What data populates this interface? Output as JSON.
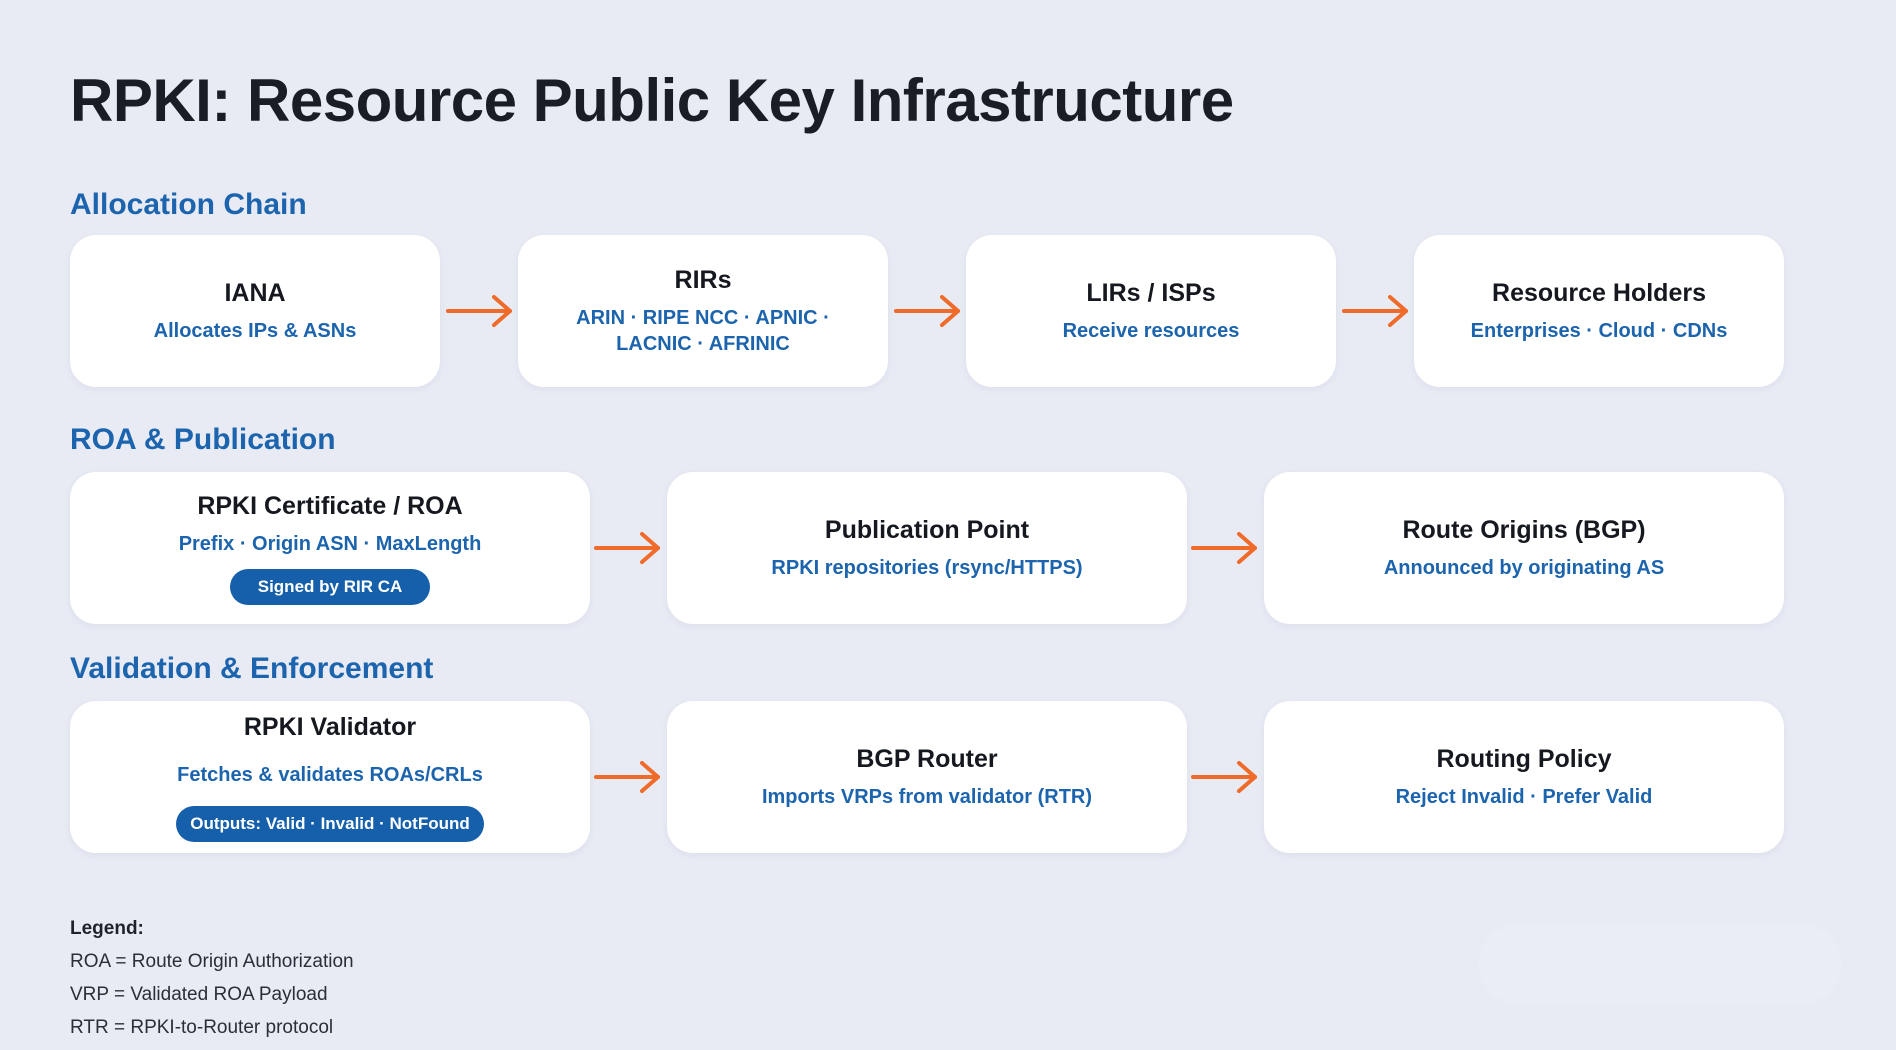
{
  "title": "RPKI: Resource Public Key Infrastructure",
  "sections": [
    {
      "title": "Allocation Chain",
      "cards": [
        {
          "title": "IANA",
          "subtitle": "Allocates IPs & ASNs"
        },
        {
          "title": "RIRs",
          "subtitle": "ARIN · RIPE NCC · APNIC · LACNIC · AFRINIC"
        },
        {
          "title": "LIRs / ISPs",
          "subtitle": "Receive resources"
        },
        {
          "title": "Resource Holders",
          "subtitle": "Enterprises · Cloud · CDNs"
        }
      ]
    },
    {
      "title": "ROA & Publication",
      "cards": [
        {
          "title": "RPKI Certificate / ROA",
          "subtitle": "Prefix · Origin ASN · MaxLength",
          "badge": "Signed by RIR CA"
        },
        {
          "title": "Publication Point",
          "subtitle": "RPKI repositories (rsync/HTTPS)"
        },
        {
          "title": "Route Origins (BGP)",
          "subtitle": "Announced by originating AS"
        }
      ]
    },
    {
      "title": "Validation & Enforcement",
      "cards": [
        {
          "title": "RPKI Validator",
          "subtitle": "Fetches & validates ROAs/CRLs",
          "badge": "Outputs: Valid · Invalid · NotFound"
        },
        {
          "title": "BGP Router",
          "subtitle": "Imports VRPs from validator (RTR)"
        },
        {
          "title": "Routing Policy",
          "subtitle": "Reject Invalid · Prefer Valid"
        }
      ]
    }
  ],
  "legend": {
    "title": "Legend:",
    "items": [
      "ROA = Route Origin Authorization",
      "VRP = Validated ROA Payload",
      "RTR = RPKI-to-Router protocol"
    ]
  },
  "colors": {
    "background": "#e8ebf4",
    "accent": "#1c64ad",
    "arrow": "#f06a2a",
    "badge": "#1660ab"
  }
}
